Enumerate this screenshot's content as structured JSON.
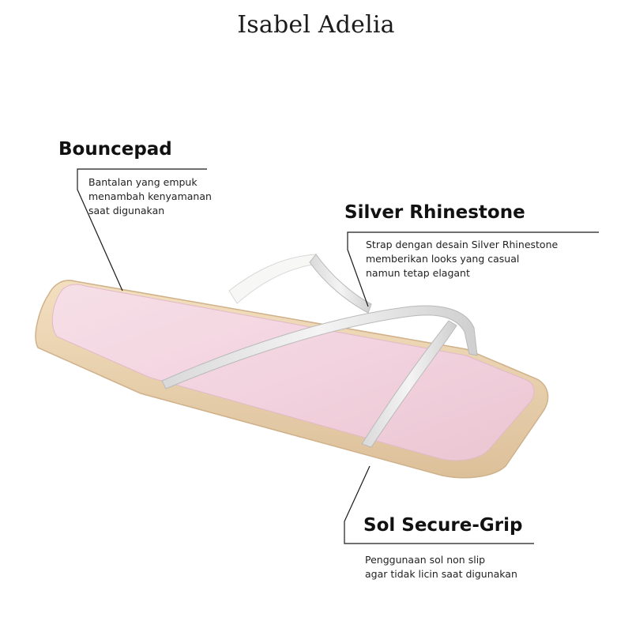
{
  "brand": "Isabel Adelia",
  "colors": {
    "insole": "#f3d6e0",
    "sole": "#ecd3ae",
    "strap": "#e4e4e4",
    "text": "#111111"
  },
  "icons": {
    "product": "flat-slide-sandal-with-rhinestone-straps"
  },
  "features": [
    {
      "title": "Bouncepad",
      "lines": [
        "Bantalan yang empuk",
        "menambah kenyamanan",
        "saat digunakan"
      ]
    },
    {
      "title": "Silver Rhinestone",
      "lines": [
        "Strap dengan desain Silver Rhinestone",
        "memberikan looks yang casual",
        "namun tetap elagant"
      ]
    },
    {
      "title": "Sol Secure-Grip",
      "lines": [
        "Penggunaan sol non slip",
        "agar tidak licin saat digunakan"
      ]
    }
  ]
}
